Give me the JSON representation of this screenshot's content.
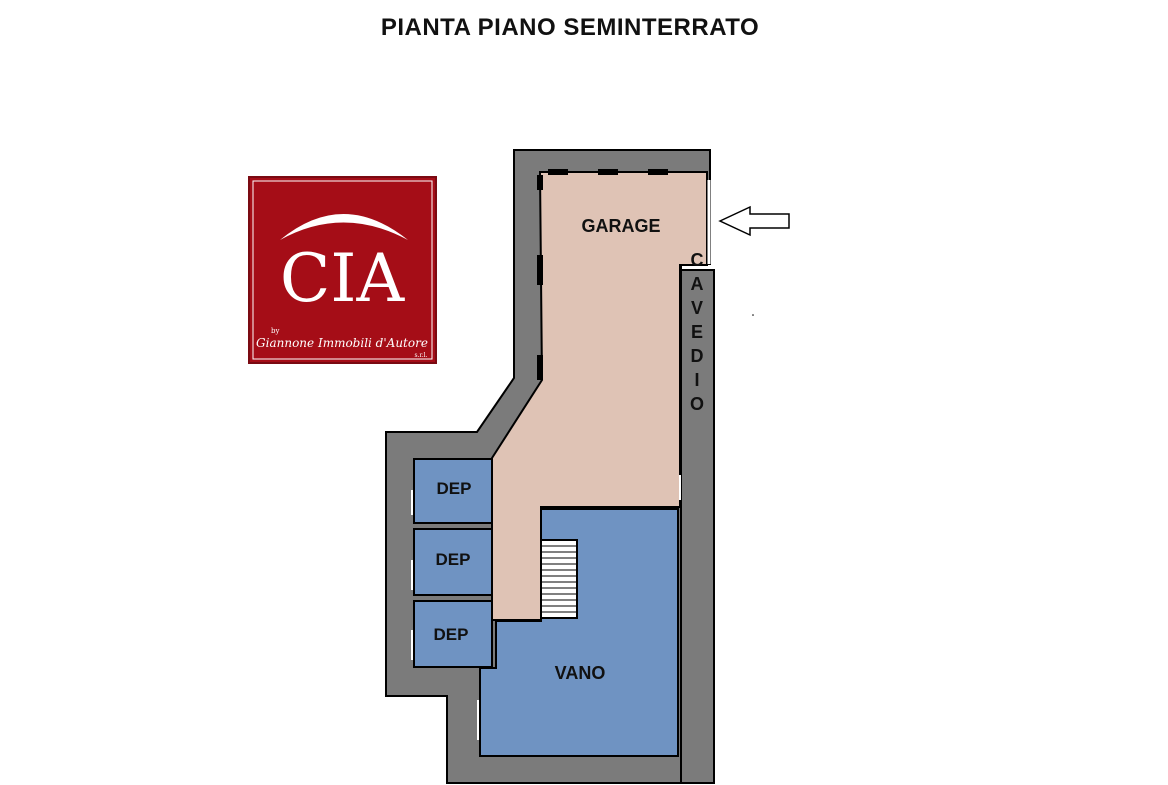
{
  "title": "PIANTA PIANO SEMINTERRATO",
  "logo": {
    "brand": "CIA",
    "by": "by",
    "tagline": "Giannone Immobili d'Autore",
    "suffix": "s.r.l."
  },
  "rooms": {
    "garage": "GARAGE",
    "cavedio": "CAVEDIO",
    "dep1": "DEP",
    "dep2": "DEP",
    "dep3": "DEP",
    "vano": "VANO"
  },
  "colors": {
    "wall": "#7b7b7b",
    "wall_outline": "#000000",
    "garage_floor": "#dfc3b5",
    "storage_floor": "#6f93c2",
    "logo_bg": "#a50d17",
    "logo_text": "#ffffff"
  },
  "icons": [
    "entrance-arrow-icon",
    "stairs-icon"
  ]
}
